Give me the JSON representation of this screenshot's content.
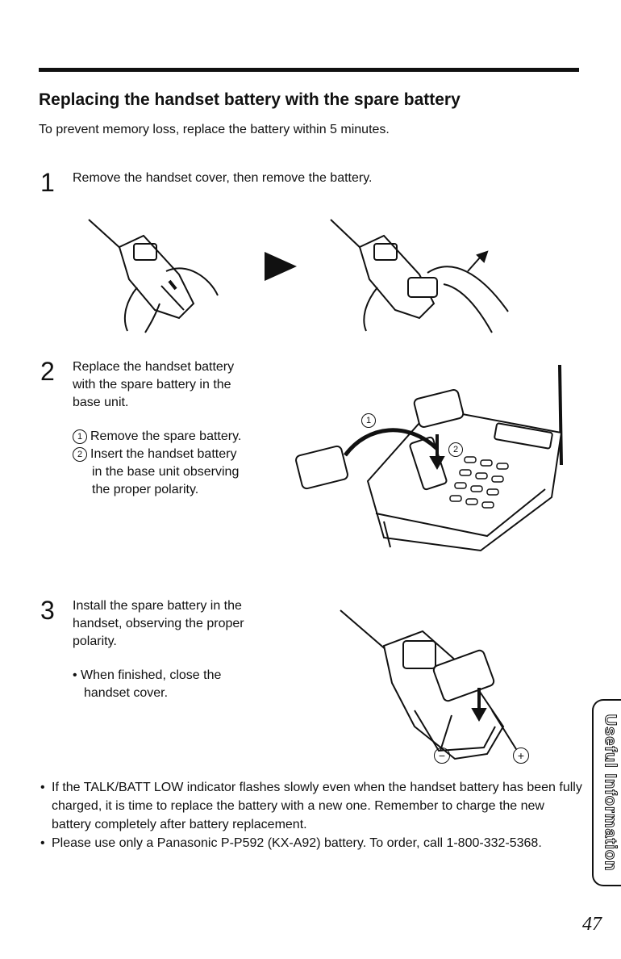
{
  "section": {
    "title": "Replacing the handset battery with the spare battery",
    "intro": "To prevent memory loss, replace the battery within 5 minutes."
  },
  "steps": [
    {
      "number": "1",
      "text": "Remove the handset cover, then remove the battery."
    },
    {
      "number": "2",
      "lines": [
        "Replace the handset battery",
        "with the spare battery in the",
        "base unit."
      ],
      "sub1_marker": "1",
      "sub1": "Remove the spare battery.",
      "sub2_marker": "2",
      "sub2_lines": [
        "Insert the handset battery",
        "in the base unit observing",
        "the proper polarity."
      ]
    },
    {
      "number": "3",
      "lines": [
        "Install the spare battery in the",
        "handset, observing the proper",
        "polarity."
      ],
      "bullet_lines": [
        "When finished, close the",
        "handset cover."
      ]
    }
  ],
  "figure_labels": {
    "marker1": "1",
    "marker2": "2",
    "minus": "−",
    "plus": "+"
  },
  "notes": [
    "If the TALK/BATT LOW indicator flashes slowly even when the handset battery has been fully charged, it is time to replace the battery with a new one. Remember to charge the new battery completely after battery replacement.",
    "Please use only a Panasonic P-P592 (KX-A92) battery. To order, call 1-800-332-5368."
  ],
  "side_tab": "Useful Information",
  "page_number": "47"
}
